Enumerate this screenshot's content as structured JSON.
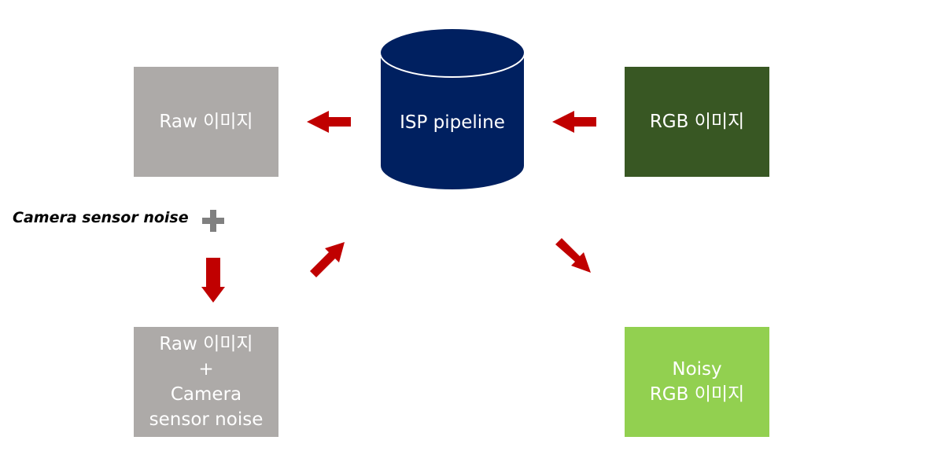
{
  "nodes": {
    "raw_image": {
      "label": "Raw 이미지",
      "color": "#adaaa8"
    },
    "rgb_image": {
      "label": "RGB 이미지",
      "color": "#385723"
    },
    "raw_plus_noise": {
      "label": "Raw 이미지\n+\nCamera\nsensor noise",
      "color": "#adaaa8"
    },
    "noisy_rgb": {
      "label": "Noisy\nRGB 이미지",
      "color": "#92d050"
    },
    "isp": {
      "label": "ISP pipeline",
      "color": "#002060"
    }
  },
  "annotation": {
    "noise_text": "Camera sensor noise",
    "plus_icon": "plus-icon"
  },
  "colors": {
    "arrow": "#c00000",
    "plus": "#808080"
  }
}
